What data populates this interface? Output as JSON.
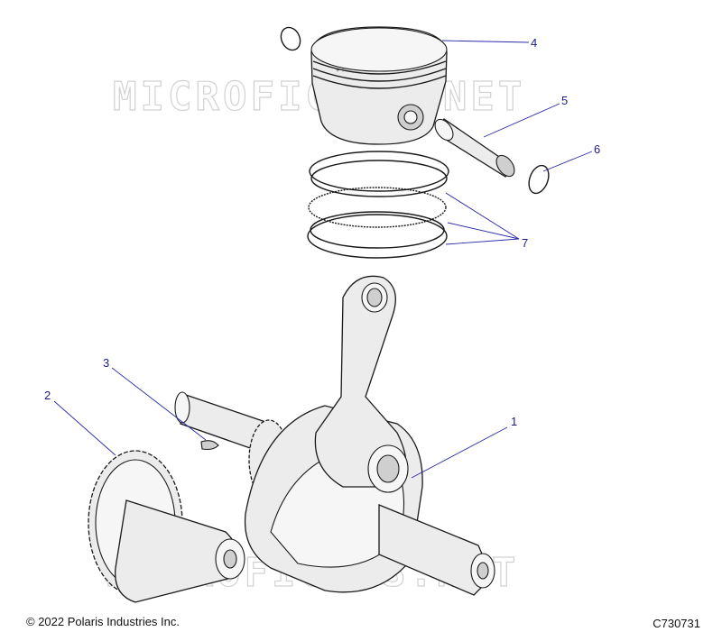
{
  "watermark": "MICROFICHES.NET",
  "footer": {
    "copyright": "© 2022 Polaris Industries Inc.",
    "figure_id": "C730731"
  },
  "callouts": {
    "c1": "1",
    "c2": "2",
    "c3": "3",
    "c4": "4",
    "c5": "5",
    "c6": "6",
    "c7": "7"
  },
  "colors": {
    "callout": "#1a1a8c",
    "line": "#1a1a1a",
    "fill": "#ececec",
    "watermark": "#d2d2d2"
  }
}
